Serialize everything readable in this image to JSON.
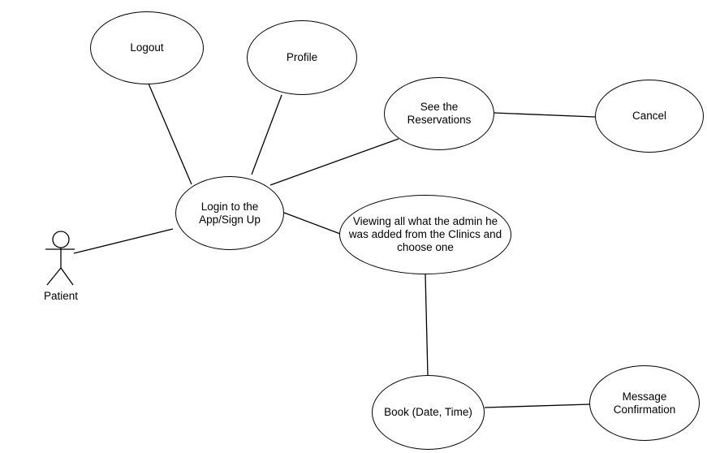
{
  "canvas": {
    "background": "#ffffff",
    "stroke_color": "#000000",
    "text_color": "#000000",
    "shape_fill": "#ffffff"
  },
  "actor": {
    "id": "patient",
    "label": "Patient"
  },
  "use_cases": {
    "logout": {
      "label": "Logout",
      "lines": [
        "Logout"
      ]
    },
    "profile": {
      "label": "Profile",
      "lines": [
        "Profile"
      ]
    },
    "see_reservations": {
      "label": "See the Reservations",
      "lines": [
        "See the",
        "Reservations"
      ]
    },
    "cancel": {
      "label": "Cancel",
      "lines": [
        "Cancel"
      ]
    },
    "login": {
      "label": "Login to the App/Sign Up",
      "lines": [
        "Login to the",
        "App/Sign Up"
      ]
    },
    "viewing": {
      "label": "Viewing all what the admin he was added from the Clinics and choose one",
      "lines": [
        "Viewing all what the admin he",
        "was added from the Clinics and",
        "choose one"
      ]
    },
    "book": {
      "label": "Book (Date, Time)",
      "lines": [
        "Book (Date, Time)"
      ]
    },
    "message_confirmation": {
      "label": "Message Confirmation",
      "lines": [
        "Message",
        "Confirmation"
      ]
    }
  },
  "connections": [
    {
      "from": "logout",
      "to": "login"
    },
    {
      "from": "profile",
      "to": "login"
    },
    {
      "from": "login",
      "to": "see_reservations"
    },
    {
      "from": "see_reservations",
      "to": "cancel"
    },
    {
      "from": "patient",
      "to": "login"
    },
    {
      "from": "login",
      "to": "viewing"
    },
    {
      "from": "viewing",
      "to": "book"
    },
    {
      "from": "book",
      "to": "message_confirmation"
    }
  ]
}
